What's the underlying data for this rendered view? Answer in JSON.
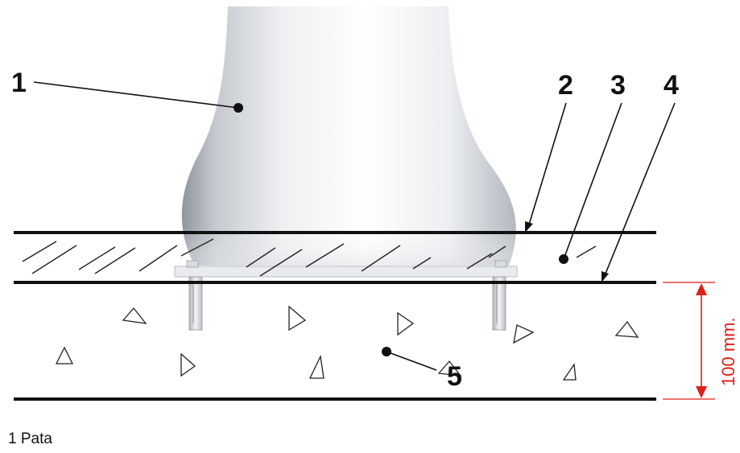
{
  "callouts": [
    {
      "id": "1",
      "label": "1"
    },
    {
      "id": "2",
      "label": "2"
    },
    {
      "id": "3",
      "label": "3"
    },
    {
      "id": "4",
      "label": "4"
    },
    {
      "id": "5",
      "label": "5"
    }
  ],
  "dimension": {
    "label": "100 mm.",
    "color": "#e0201b"
  },
  "caption": {
    "text": "1 Pata"
  },
  "colors": {
    "line": "#111111",
    "dimension": "#e0201b",
    "body_light": "#ffffff",
    "body_shade": "#9aa0a8"
  }
}
